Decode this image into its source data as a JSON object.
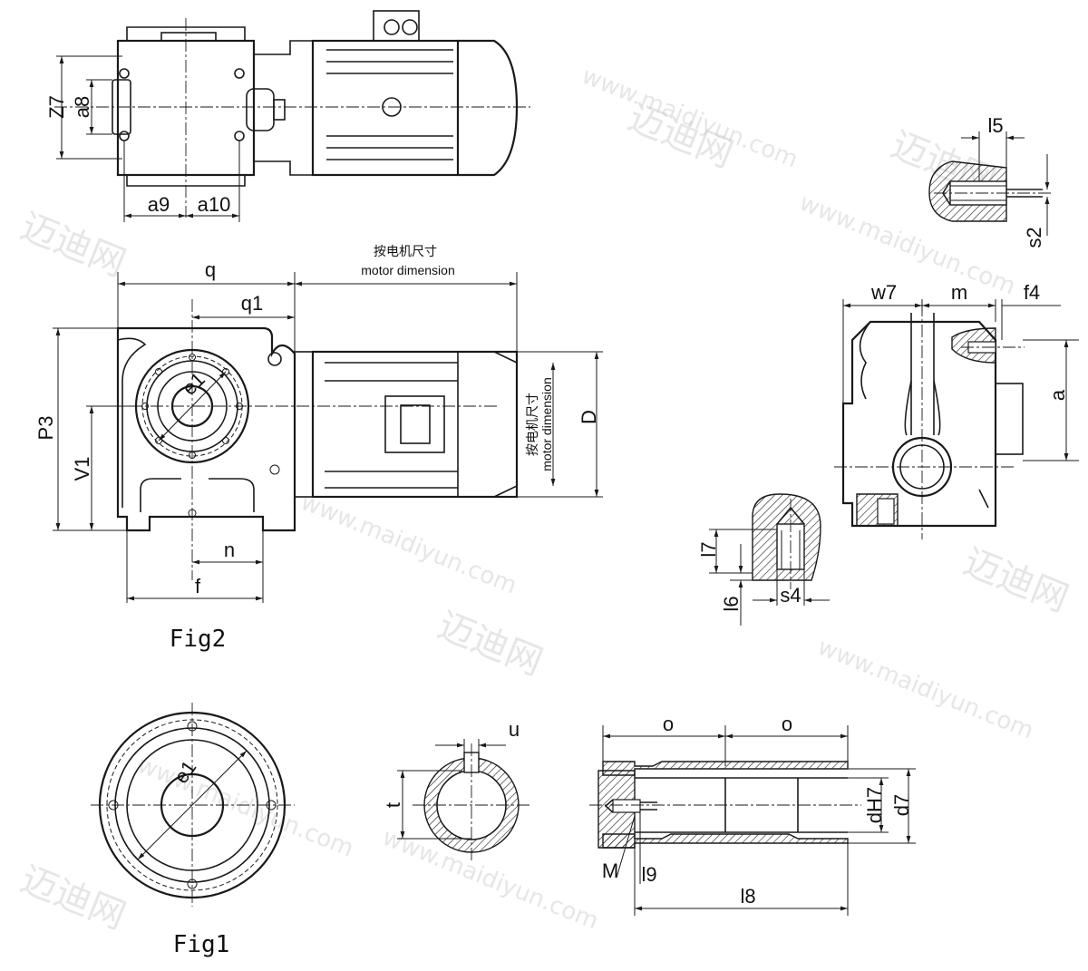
{
  "labels": {
    "z7": "Z7",
    "a8": "a8",
    "a9": "a9",
    "a10": "a10",
    "l5": "l5",
    "s2": "s2",
    "q": "q",
    "q1": "q1",
    "motor_cn": "按电机尺寸",
    "motor_en": "motor dimension",
    "motor_cn_v": "按电机尺寸",
    "motor_en_v": "motor dimension",
    "D": "D",
    "P3": "P3",
    "V1": "V1",
    "e1_fig2": "e1",
    "n": "n",
    "f": "f",
    "w7": "w7",
    "m": "m",
    "f4": "f4",
    "a": "a",
    "l7": "l7",
    "l6": "l6",
    "s4": "s4",
    "e1_fig1": "e1",
    "u": "u",
    "t": "t",
    "o1": "o",
    "o2": "o",
    "dH7": "dH7",
    "d7": "d7",
    "M": "M",
    "l9": "l9",
    "l8": "l8"
  },
  "figures": {
    "fig1": "Fig1",
    "fig2": "Fig2"
  },
  "watermark": {
    "text_en": "www.maidiyun.com",
    "text_cn": "迈迪网"
  }
}
